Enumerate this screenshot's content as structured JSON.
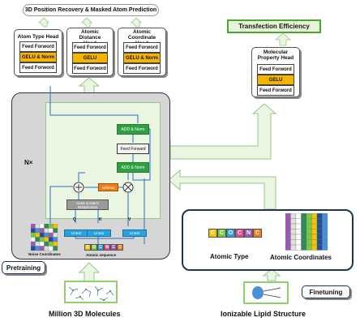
{
  "top_title": "3D Position Recovery & Masked Atom Prediction",
  "heads": [
    {
      "title": "Atom Type Head",
      "layers": [
        "Feed Forword",
        "GELU & Norm",
        "Feed Forword"
      ]
    },
    {
      "title": "Atomic Distance  Head",
      "layers": [
        "Feed Forword",
        "GELU",
        "Feed Forword"
      ]
    },
    {
      "title": "Atomic Coordinate Head",
      "layers": [
        "Feed Forword",
        "GELU & Norm",
        "Feed Forword"
      ]
    }
  ],
  "transfection_title": "Transfection Efficiency",
  "property_head": {
    "title": "Molecular Property Head",
    "layers": [
      "Feed Forword",
      "GELU",
      "Feed Forword"
    ]
  },
  "encoder": {
    "repeat_label": "N×",
    "add_norm_top": "ADD & Norm",
    "feed_forward": "Feed Forward",
    "add_norm_bottom": "ADD & Norm",
    "softmax": "softmax",
    "scale_matrix": "Scale & Matrix Multiplication",
    "q": "Q",
    "k": "K",
    "v": "V",
    "linear": "Linear",
    "noise_coordinates": "Noise Coordinates",
    "atomic_sequence": "Atomic sequence",
    "seq_tokens": [
      "C",
      "O",
      "C",
      "N",
      "C",
      "C"
    ]
  },
  "finetune_panel": {
    "atomic_type": "Atomic Type",
    "atomic_coordinates": "Atomic Coordinates",
    "tokens": [
      "C",
      "C",
      "O",
      "C",
      "N",
      "C"
    ]
  },
  "pretraining_label": "Pretraining",
  "finetuning_label": "Finetuning",
  "million_label": "Million 3D Molecules",
  "lipid_label": "Ionizable Lipid Structure",
  "colors": {
    "green": "#2ea043",
    "gelu": "#f4b400",
    "linear": "#29a3e0",
    "softmax": "#f07c1a",
    "arrow_fill": "#eaf5e2",
    "arrow_stroke": "#9ac58a"
  }
}
